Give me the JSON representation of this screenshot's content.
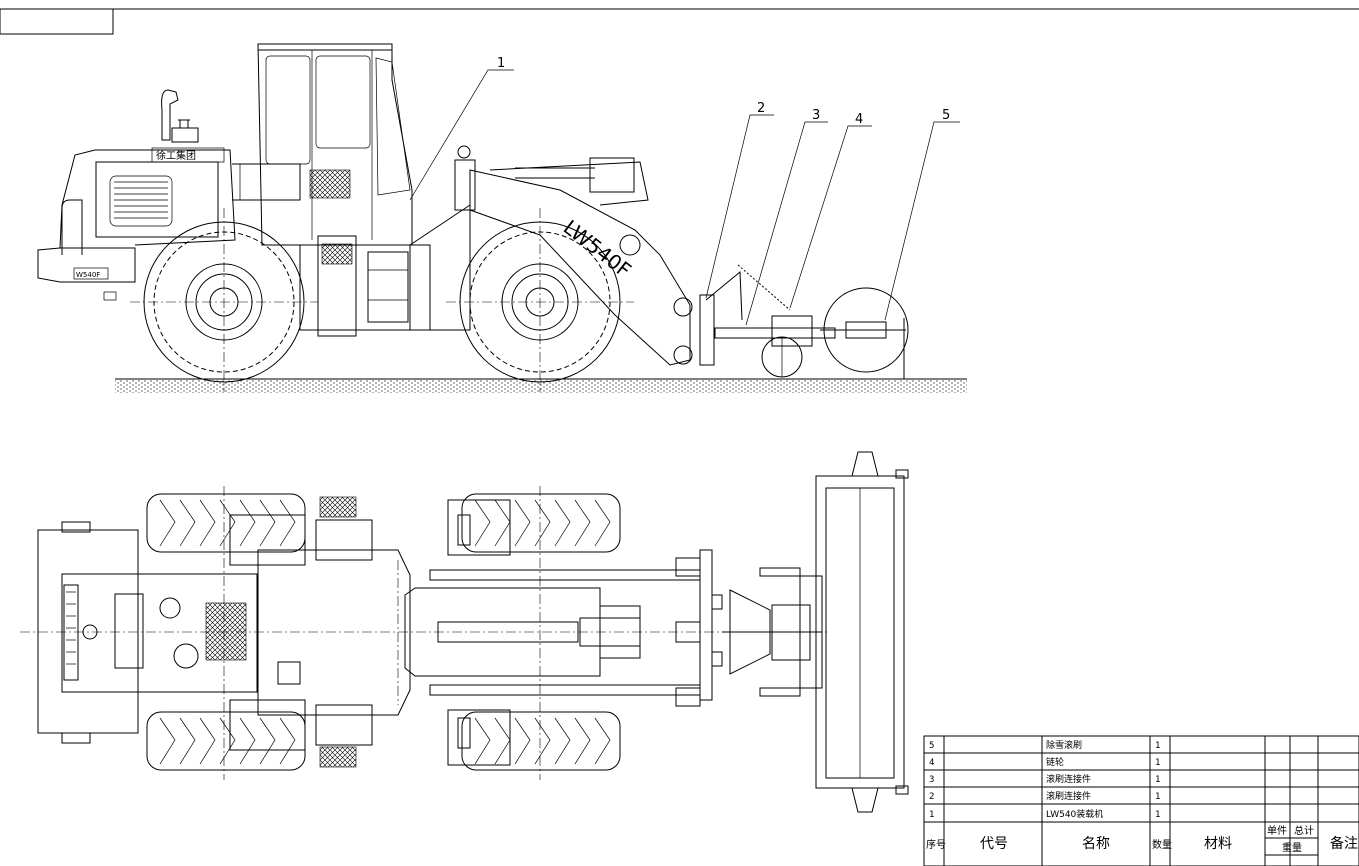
{
  "title_tab": "",
  "callouts": [
    "1",
    "2",
    "3",
    "4",
    "5"
  ],
  "labels": {
    "cab_logo": "徐工集团",
    "boom_model": "LW540F",
    "body_plate": "W540F"
  },
  "parts_table": {
    "header": {
      "seq": "序号",
      "code": "代号",
      "name": "名称",
      "qty": "数量",
      "material": "材料",
      "unit": "单件",
      "total": "总计",
      "weight": "重量",
      "remark": "备注"
    },
    "rows": [
      {
        "seq": "5",
        "code": "",
        "name": "除雪滚刷",
        "qty": "1"
      },
      {
        "seq": "4",
        "code": "",
        "name": "链轮",
        "qty": "1"
      },
      {
        "seq": "3",
        "code": "",
        "name": "滚刷连接件",
        "qty": "1"
      },
      {
        "seq": "2",
        "code": "",
        "name": "滚刷连接件",
        "qty": "1"
      },
      {
        "seq": "1",
        "code": "",
        "name": "LW540装载机",
        "qty": "1"
      }
    ]
  }
}
